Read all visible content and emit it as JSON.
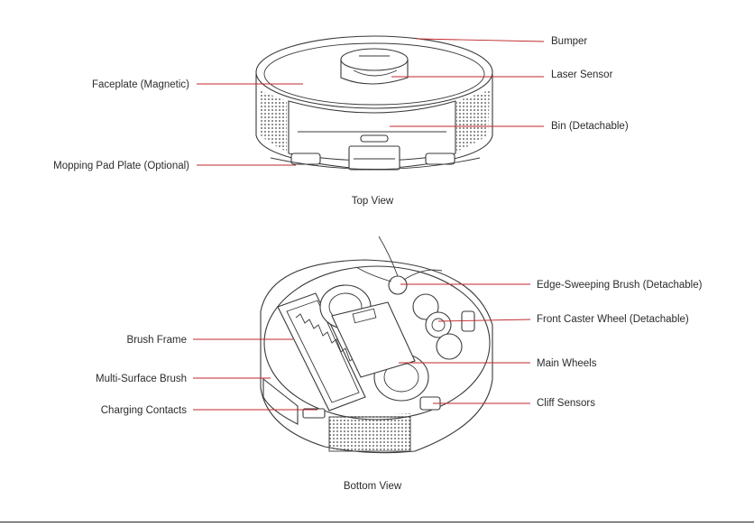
{
  "top_view": {
    "caption": "Top View",
    "labels": {
      "bumper": "Bumper",
      "laser_sensor": "Laser Sensor",
      "faceplate": "Faceplate (Magnetic)",
      "bin": "Bin (Detachable)",
      "mopping_pad_plate": "Mopping Pad Plate (Optional)"
    }
  },
  "bottom_view": {
    "caption": "Bottom View",
    "labels": {
      "edge_brush": "Edge-Sweeping Brush (Detachable)",
      "front_caster": "Front Caster Wheel (Detachable)",
      "brush_frame": "Brush Frame",
      "main_wheels": "Main Wheels",
      "multi_surface_brush": "Multi-Surface Brush",
      "cliff_sensors": "Cliff Sensors",
      "charging_contacts": "Charging Contacts"
    }
  },
  "colors": {
    "leader": "#c0272d",
    "outline": "#3a3a3a"
  }
}
